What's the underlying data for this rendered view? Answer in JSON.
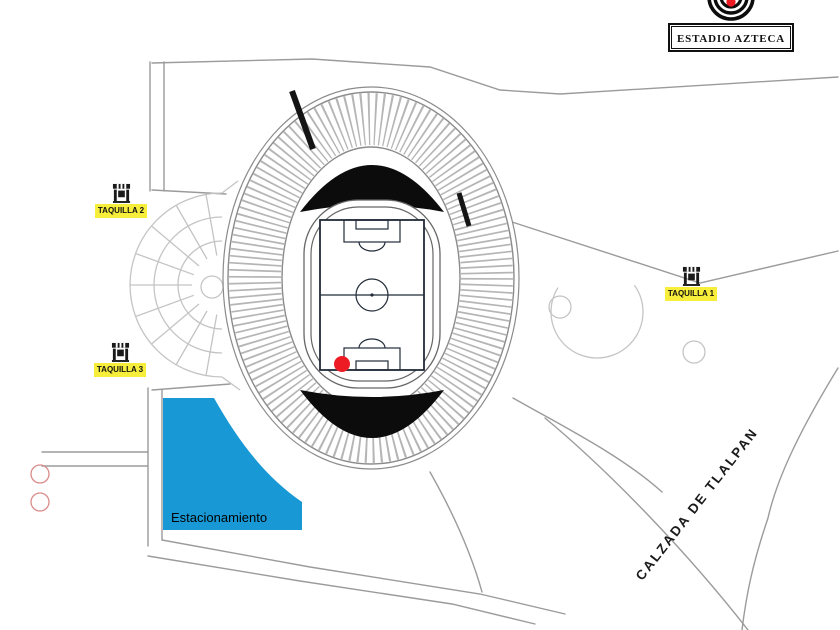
{
  "logo": {
    "title": "ESTADIO AZTECA"
  },
  "map": {
    "street": {
      "name": "CALZADA DE TLALPAN"
    },
    "parking": {
      "label": "Estacionamiento"
    },
    "ticket_offices": [
      {
        "label": "TAQUILLA 2"
      },
      {
        "label": "TAQUILLA 3"
      },
      {
        "label": "TAQUILLA 1"
      }
    ],
    "icons": {
      "ticket_booth": "ticket-booth-icon",
      "marker": "red-dot-marker",
      "emblem": "stadium-rings-emblem"
    },
    "colors": {
      "parking_fill": "#1899d6",
      "ticket_label_bg": "#f6ee3b",
      "marker_red": "#ed1c24",
      "line_gray": "#9b9b9b",
      "line_light": "#c4c4c4",
      "line_dark": "#141414"
    }
  }
}
